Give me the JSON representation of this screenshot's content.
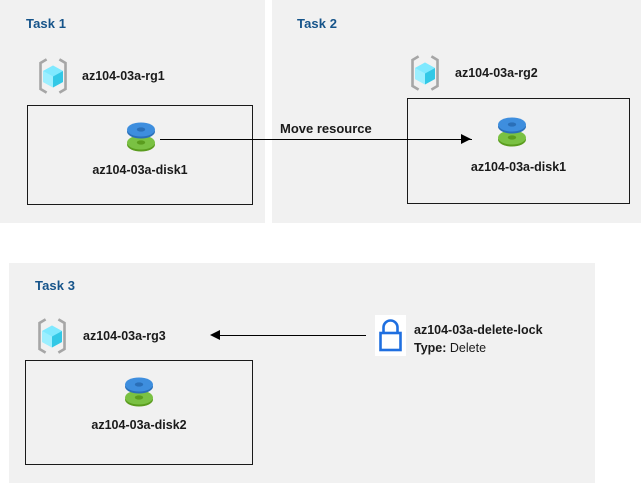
{
  "diagram": {
    "background_color": "#ffffff",
    "panel_color": "#f1f1f1",
    "title_color": "#16548a",
    "accent_blue": "#1f6fe0",
    "disk_blue": "#3e8ede",
    "disk_green": "#76bc2d",
    "rg_cube_cyan": "#50e6ff"
  },
  "panels": [
    {
      "id": "task1",
      "title": "Task 1",
      "resource_group": {
        "name": "az104-03a-rg1",
        "icon": "resource-group-icon"
      },
      "resource": {
        "name": "az104-03a-disk1",
        "icon": "managed-disk-icon"
      }
    },
    {
      "id": "task2",
      "title": "Task 2",
      "resource_group": {
        "name": "az104-03a-rg2",
        "icon": "resource-group-icon"
      },
      "resource": {
        "name": "az104-03a-disk1",
        "icon": "managed-disk-icon"
      }
    },
    {
      "id": "task3",
      "title": "Task 3",
      "resource_group": {
        "name": "az104-03a-rg3",
        "icon": "resource-group-icon"
      },
      "resource": {
        "name": "az104-03a-disk2",
        "icon": "managed-disk-icon"
      },
      "lock": {
        "icon": "padlock-icon",
        "name": "az104-03a-delete-lock",
        "type_label": "Type:",
        "type_value": "Delete"
      }
    }
  ],
  "connectors": [
    {
      "id": "move-resource",
      "label": "Move resource",
      "direction": "right",
      "from": "task1-disk1",
      "to": "task2-disk1"
    },
    {
      "id": "lock-applies-to-rg3",
      "label": "",
      "direction": "left",
      "from": "delete-lock",
      "to": "task3-rg3"
    }
  ]
}
